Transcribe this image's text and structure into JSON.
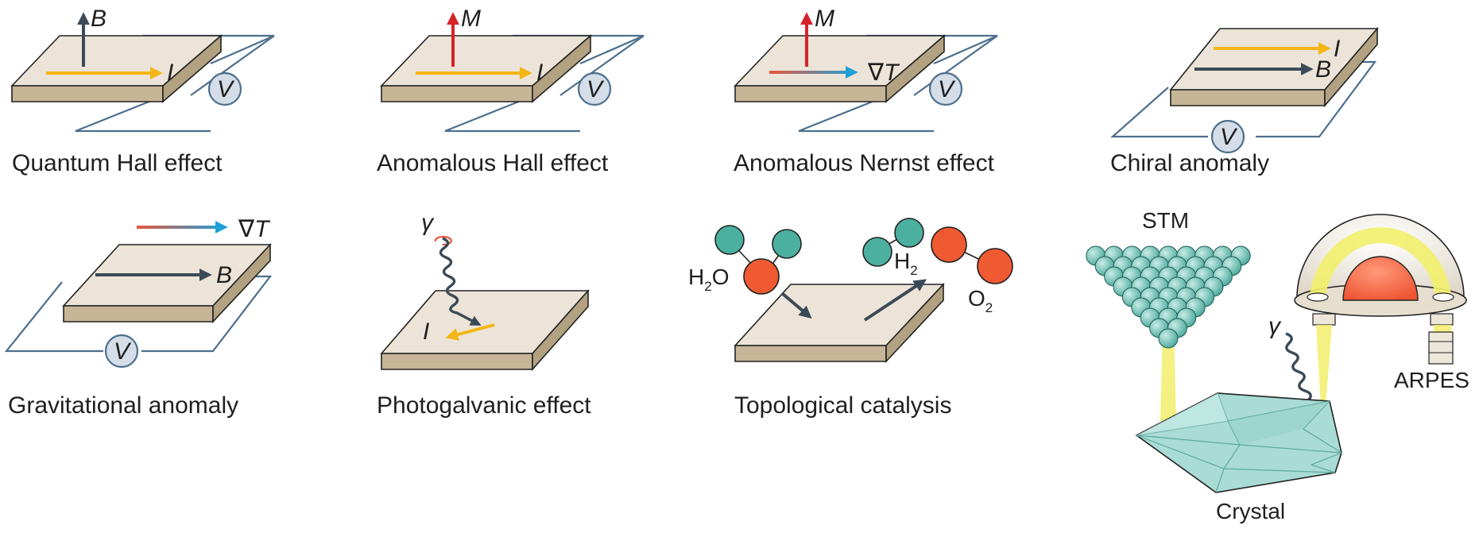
{
  "panels": {
    "quantum_hall": {
      "caption": "Quantum Hall effect",
      "field": "B",
      "current": "I",
      "voltage": "V"
    },
    "anomalous_hall": {
      "caption": "Anomalous Hall effect",
      "field": "M",
      "current": "I",
      "voltage": "V"
    },
    "anomalous_nernst": {
      "caption": "Anomalous Nernst effect",
      "field": "M",
      "gradient": "∇T",
      "voltage": "V"
    },
    "chiral_anomaly": {
      "caption": "Chiral anomaly",
      "current": "I",
      "field": "B",
      "voltage": "V"
    },
    "gravitational_anomaly": {
      "caption": "Gravitational anomaly",
      "gradient": "∇T",
      "field": "B",
      "voltage": "V"
    },
    "photogalvanic": {
      "caption": "Photogalvanic effect",
      "photon": "γ",
      "current": "I"
    },
    "topological_catalysis": {
      "caption": "Topological catalysis",
      "water": "H",
      "water_sub": "2",
      "water_tail": "O",
      "hydrogen": "H",
      "hydrogen_sub": "2",
      "oxygen": "O",
      "oxygen_sub": "2"
    },
    "probes": {
      "stm": "STM",
      "arpes": "ARPES",
      "crystal": "Crystal",
      "photon": "γ"
    }
  },
  "colors": {
    "slab_top": "#ece4d8",
    "slab_front": "#c6b596",
    "wire": "#4d6f8d",
    "voltmeter": "#d5dee8",
    "current": "#f4b614",
    "field": "#3b4a57",
    "magnetization": "#d5232a",
    "gradient_hot": "#e8563c",
    "gradient_cold": "#1da1d8",
    "oxygen_atom": "#f05a32",
    "hydrogen_atom": "#4bb0a0",
    "stm_atom": "#6cc0b5",
    "beam": "#f2ef6c",
    "crystal": "#9fd6cf"
  }
}
